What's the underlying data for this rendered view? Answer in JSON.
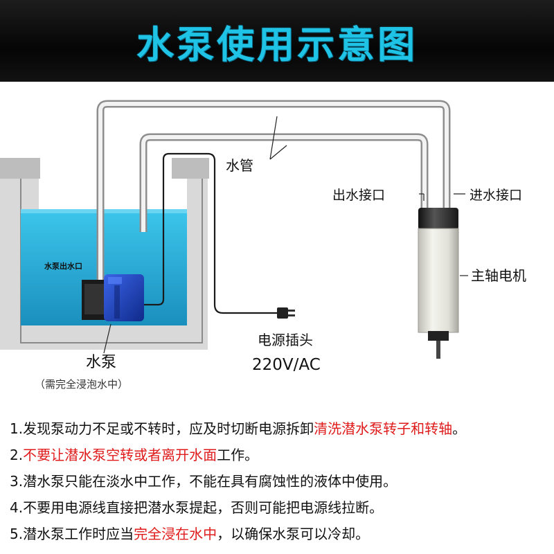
{
  "title": "水泵使用示意图",
  "diagram": {
    "labels": {
      "pipe": "水管",
      "outlet_port": "出水接口",
      "inlet_port": "进水接口",
      "pump_outlet": "水泵出水口",
      "spindle_motor": "主轴电机",
      "power_plug": "电源插头",
      "voltage": "220V/AC",
      "pump": "水泵",
      "pump_note": "（需完全浸泡水中）"
    },
    "colors": {
      "water": "#27b2dc",
      "tank_wall": "#c9c9c9",
      "pump_body": "#1f3fbf",
      "pipe": "#e8e8e8"
    }
  },
  "notes": [
    {
      "parts": [
        "1.发现泵动力不足或不转时，应及时切断电源拆卸",
        "清洗潜水泵转子和转轴",
        "。"
      ]
    },
    {
      "parts": [
        "2.",
        "不要让潜水泵空转或者离开水面",
        "工作。"
      ]
    },
    {
      "parts": [
        "3.潜水泵只能在淡水中工作，不能在具有腐蚀性的液体中使用。",
        "",
        ""
      ]
    },
    {
      "parts": [
        "4.不要用电源线直接把潜水泵提起，否则可能把电源线拉断。",
        "",
        ""
      ]
    },
    {
      "parts": [
        "5.潜水泵工作时应当",
        "完全浸在水中",
        "，以确保水泵可以冷却。"
      ]
    }
  ]
}
